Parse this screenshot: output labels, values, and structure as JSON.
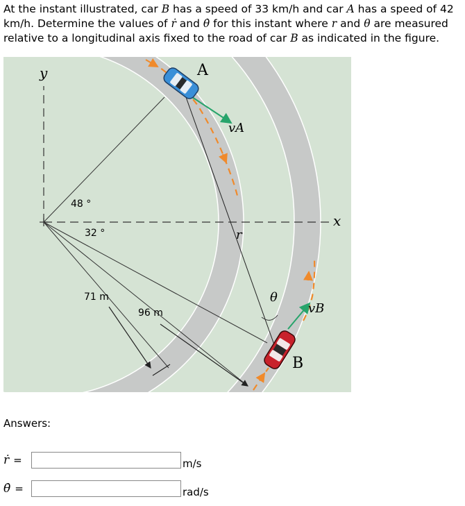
{
  "problem": {
    "t1": "At the instant illustrated, car ",
    "carB": "B",
    "t2": " has a speed of 33 km/h and car ",
    "carA": "A",
    "t3": " has a speed of 42 km/h. Determine the values of ",
    "rdot": "ṙ",
    "t4": " and ",
    "thetadot": "θ̇",
    "t5": " for this instant where ",
    "r": "r",
    "t6": " and ",
    "theta": "θ",
    "t7": " are measured relative to a longitudinal axis fixed to the road of car ",
    "carB2": "B",
    "t8": " as indicated in the figure."
  },
  "figure": {
    "label_y": "y",
    "label_x": "x",
    "label_A": "A",
    "label_B": "B",
    "label_vA": "vA",
    "label_vB": "vB",
    "label_r": "r",
    "label_theta": "θ",
    "angle_48": "48 °",
    "angle_32": "32 °",
    "dist_71": "71 m",
    "dist_96": "96 m",
    "colors": {
      "background": "#d5e3d4",
      "road": "#c7c9c8",
      "car_A": "#3a8fd8",
      "car_B": "#c8222b",
      "velocity": "#27a46b",
      "path": "#f08a2b"
    }
  },
  "answers": {
    "label": "Answers:",
    "rdot_symbol": "ṙ",
    "rdot_unit": "m/s",
    "rdot_value": "",
    "thetadot_symbol": "θ̇",
    "thetadot_unit": "rad/s",
    "thetadot_value": "",
    "equals": "="
  }
}
